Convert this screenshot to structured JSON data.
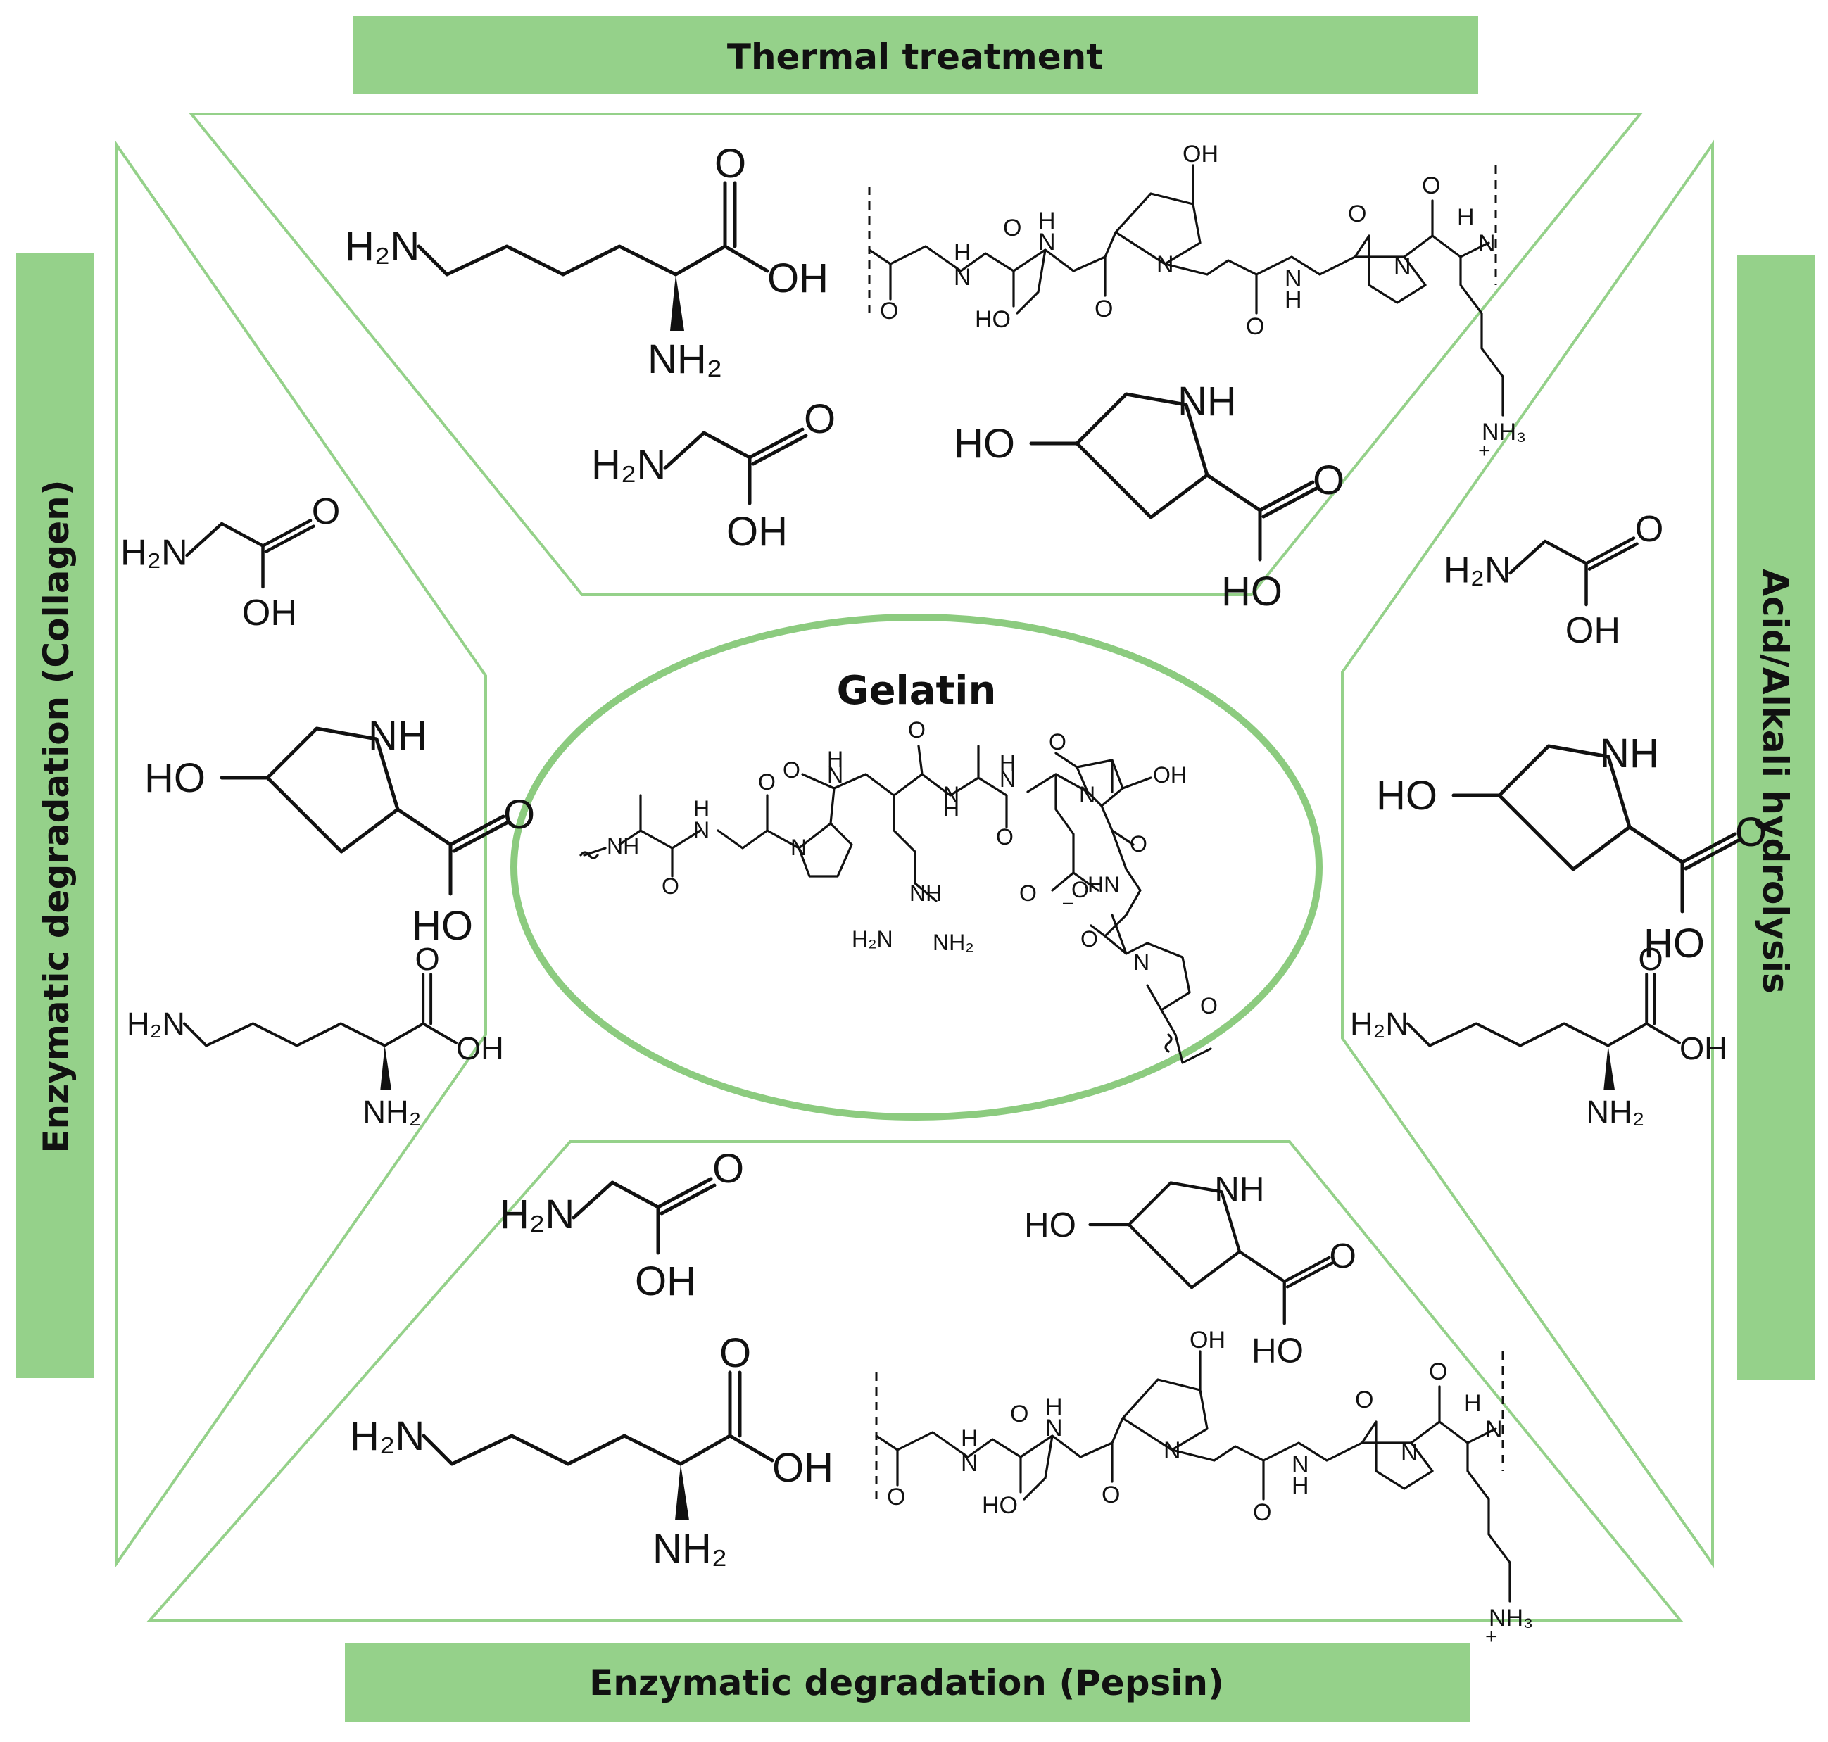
{
  "bars": {
    "top": "Thermal treatment",
    "bottom": "Enzymatic degradation (Pepsin)",
    "left": "Enzymatic degradation (Collagen)",
    "right": "Acid/Alkali hydrolysis"
  },
  "center": {
    "title": "Gelatin"
  },
  "colors": {
    "bar_fill": "#95d18a",
    "panel_stroke": "#95d18a",
    "ellipse_stroke": "#8ccb7f"
  },
  "atoms": {
    "h2n": "H₂N",
    "nh2": "NH₂",
    "oh": "OH",
    "ho": "HO",
    "o": "O",
    "nh": "NH",
    "hn": "HN",
    "n": "N",
    "h": "H",
    "nh3": "NH₃",
    "plus": "+",
    "minus": "–",
    "ooh": "OH"
  }
}
